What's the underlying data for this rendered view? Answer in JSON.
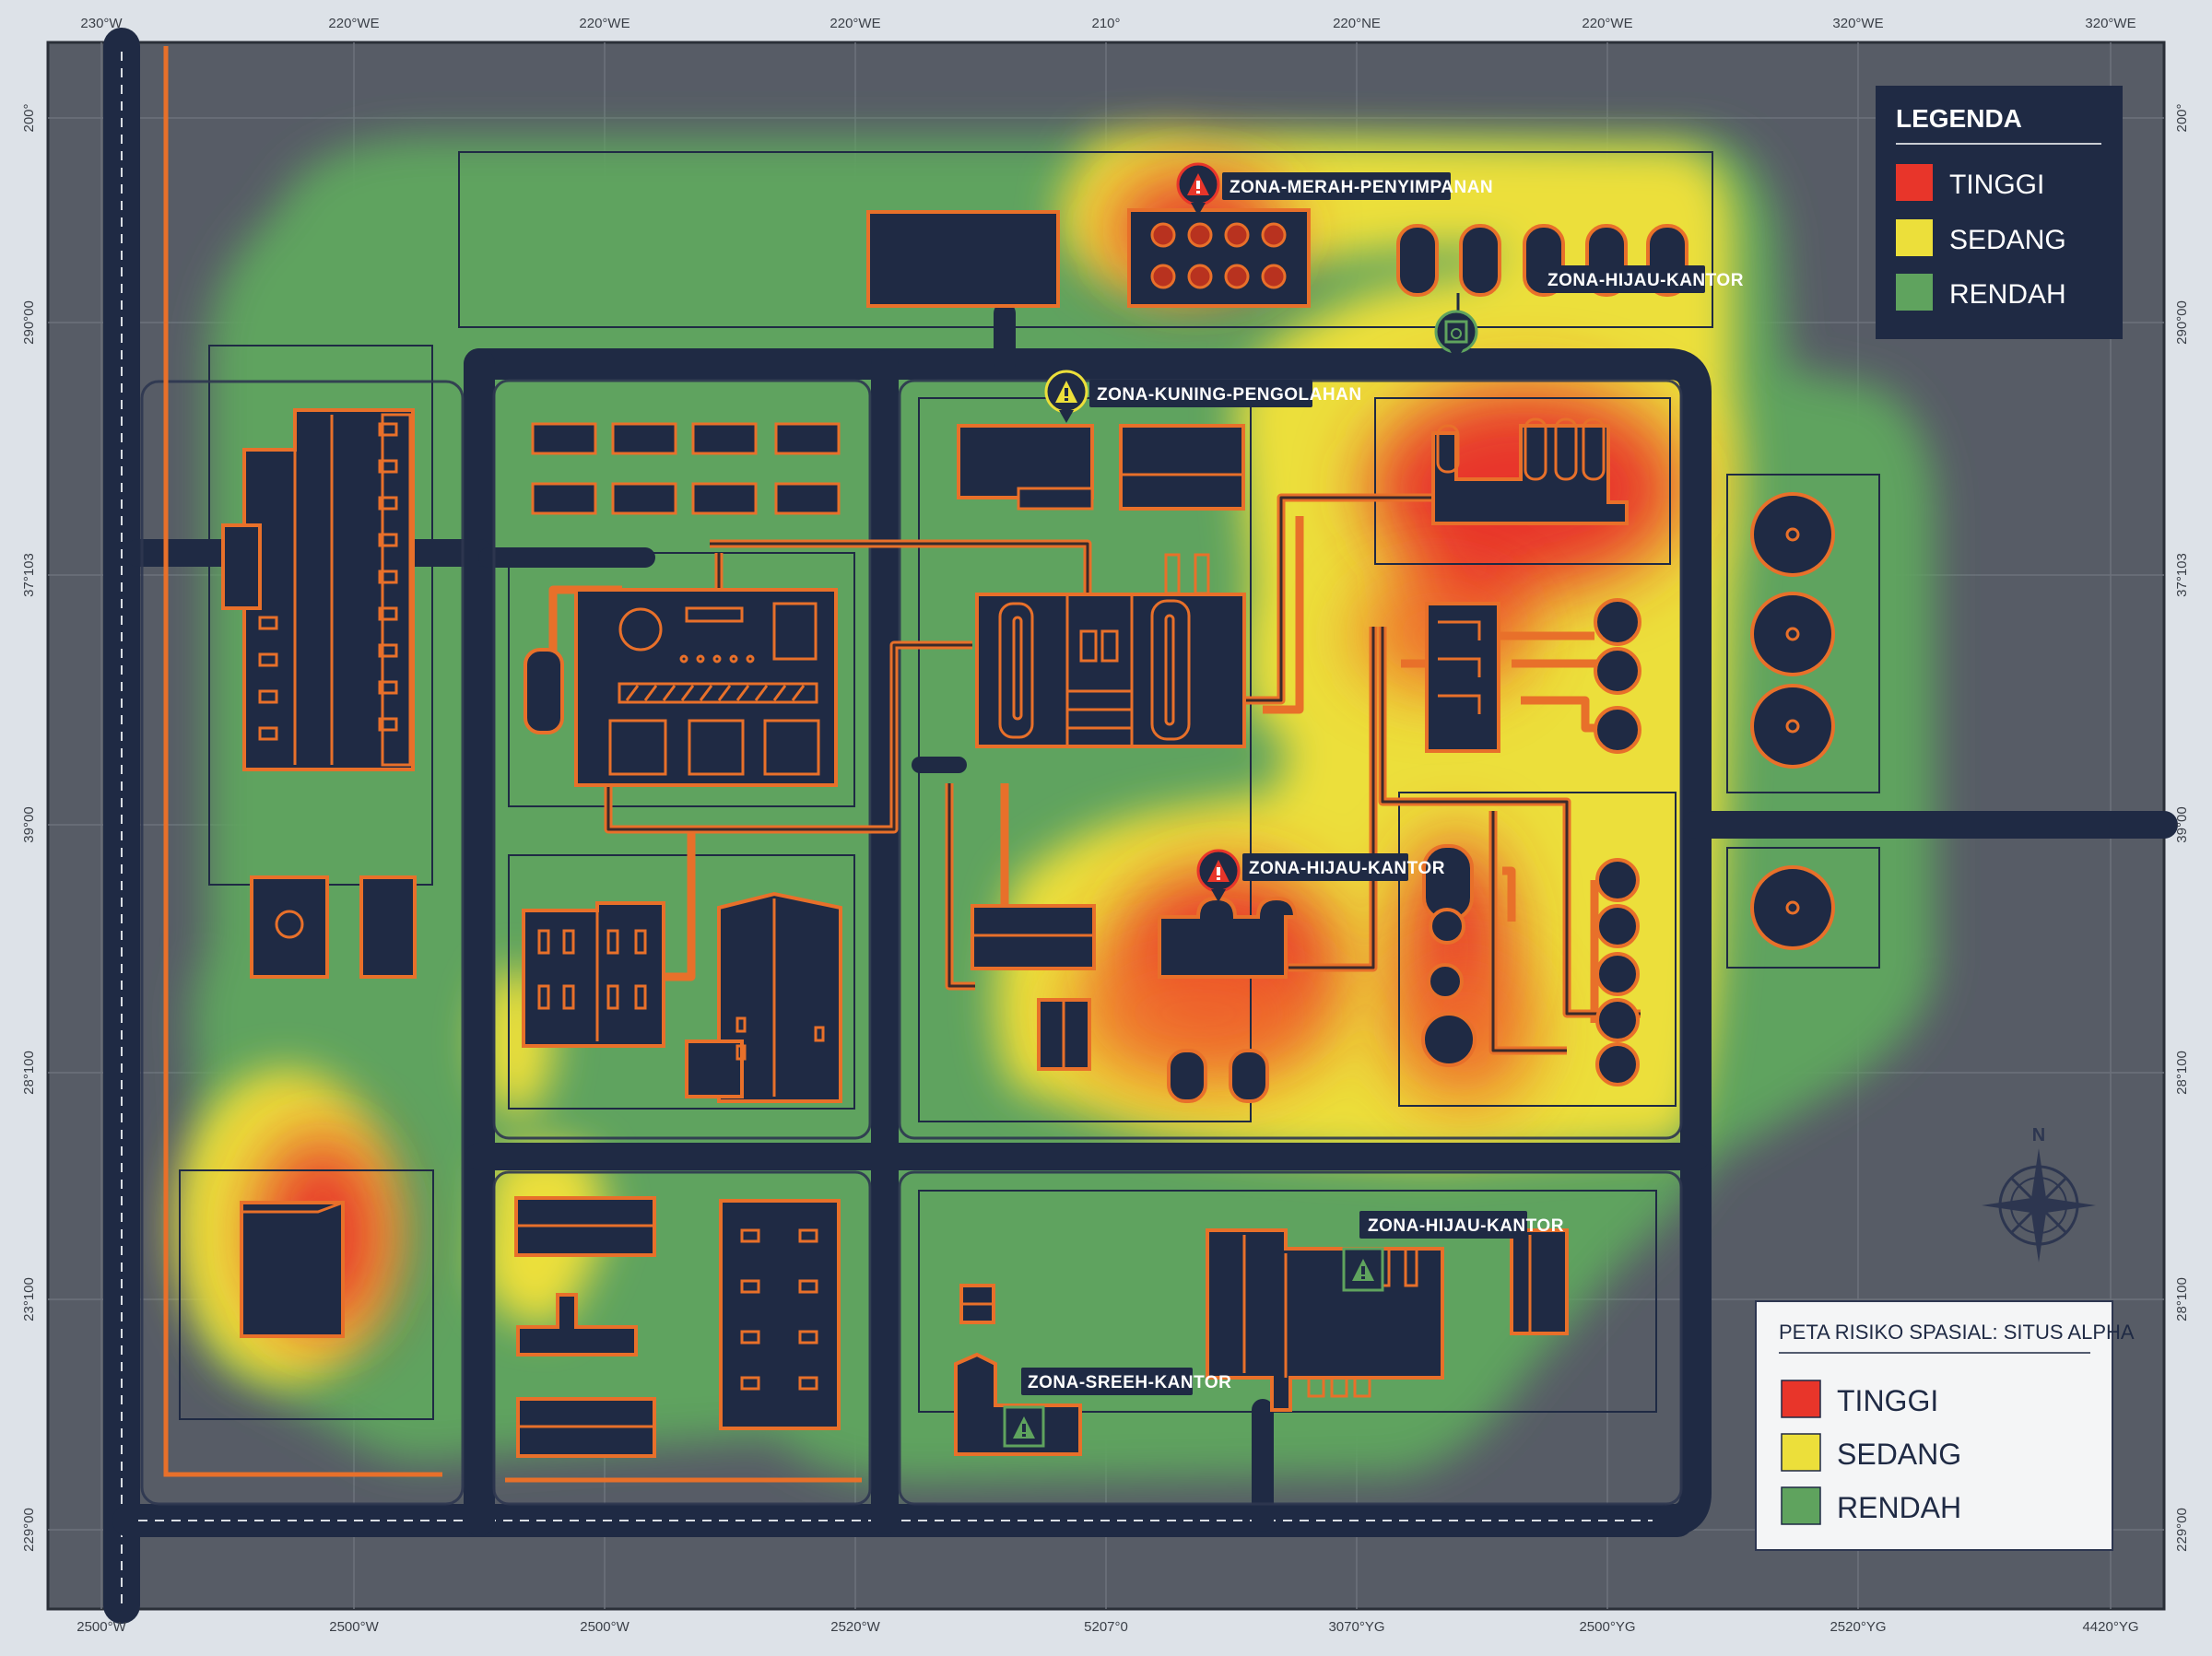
{
  "map": {
    "top_ticks": [
      "230°W",
      "220°WE",
      "220°WE",
      "220°WE",
      "210°",
      "220°NE",
      "220°WE",
      "320°WE",
      "320°WE"
    ],
    "bottom_ticks": [
      "2500°W",
      "2500°W",
      "2500°W",
      "2520°W",
      "5207°0",
      "3070°YG",
      "2500°YG",
      "2520°YG",
      "4420°YG"
    ],
    "left_ticks": [
      "200°",
      "290°00",
      "37°103",
      "39°00",
      "28°100",
      "23°100",
      "229°00"
    ],
    "right_ticks": [
      "200°",
      "290°00",
      "37°103",
      "39°00",
      "28°100",
      "28°100",
      "229°00"
    ],
    "compass_label": "N"
  },
  "zones": [
    {
      "label": "ZONA-MERAH-PENYIMPANAN",
      "marker": "warning-red"
    },
    {
      "label": "ZONA-HIJAU-KANTOR",
      "marker": "equipment-green"
    },
    {
      "label": "ZONA-KUNING-PENGOLAHAN",
      "marker": "warning-yellow"
    },
    {
      "label": "ZONA-HIJAU-KANTOR",
      "marker": "warning-red"
    },
    {
      "label": "ZONA-HIJAU-KANTOR",
      "marker": "warning-green"
    },
    {
      "label": "ZONA-SREEH-KANTOR",
      "marker": "warning-green"
    }
  ],
  "legend_top": {
    "title": "LEGENDA",
    "items": [
      {
        "label": "TINGGI",
        "color": "#e8352a"
      },
      {
        "label": "SEDANG",
        "color": "#ecdf3a"
      },
      {
        "label": "RENDAH",
        "color": "#5fa35e"
      }
    ]
  },
  "legend_bottom": {
    "title": "PETA RISIKO SPASIAL: SITUS ALPHA",
    "items": [
      {
        "label": "TINGGI",
        "color": "#e8352a"
      },
      {
        "label": "SEDANG",
        "color": "#ecdf3a"
      },
      {
        "label": "RENDAH",
        "color": "#5fa35e"
      }
    ]
  },
  "colors": {
    "ground": "#575c66",
    "road": "#1f2a44",
    "building_outline": "#e8702a",
    "high": "#e8352a",
    "medium": "#ecdf3a",
    "low": "#5fa35e"
  }
}
